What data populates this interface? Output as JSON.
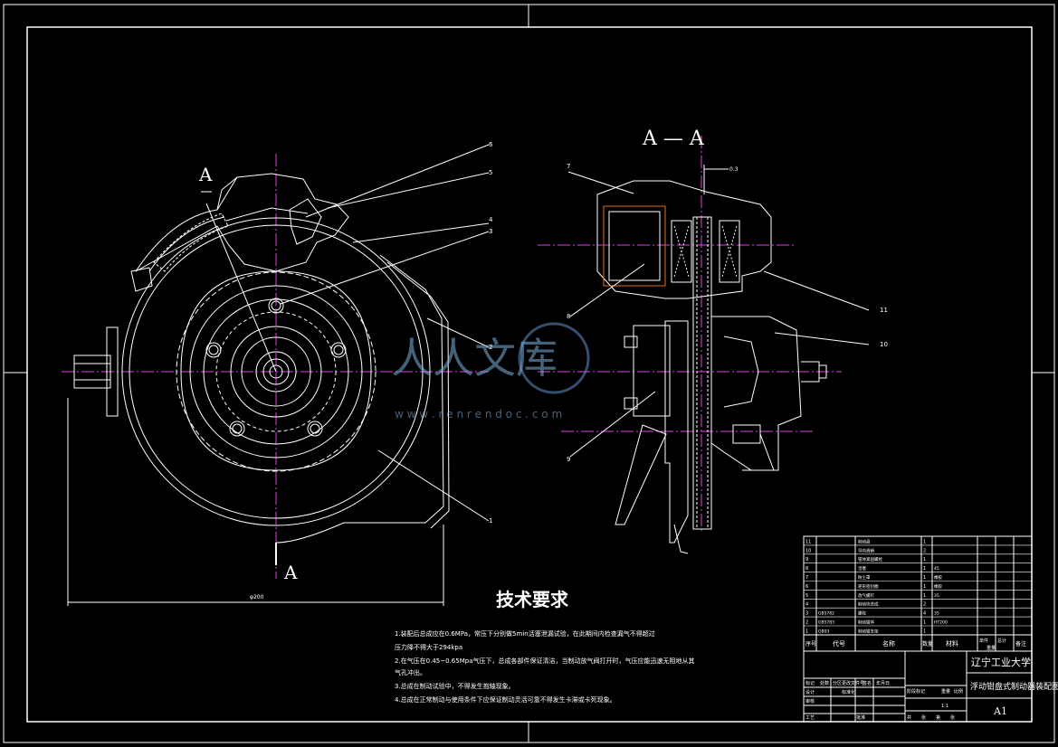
{
  "section": {
    "label_left": "A",
    "label_bottom": "A",
    "label_view": "A — A"
  },
  "parts_callouts_left": [
    "6",
    "5",
    "4",
    "3",
    "2",
    "1"
  ],
  "parts_callouts_right": [
    "7",
    "8",
    "9",
    "11",
    "10"
  ],
  "dimensions": {
    "width_dim": "φ200",
    "gap_dim": "0.3"
  },
  "tech_req": {
    "title": "技术要求",
    "lines": [
      "1.装配后总成应在0.6MPa，常压下分别做5min活塞泄漏试验，在此期间内检查漏气不得超过",
      "  压力降不得大于294kpa",
      "2.在气压在0.45~0.65Mpa气压下，总成各部件保证清洁，当制动放气阀打开时，气压应能迅速无阻地从其",
      "  气孔冲出。",
      "3.总成在制动试验中，不得发生抱轴现象。",
      "4.总成在正常制动与使用条件下应保证制动灵活可靠不得发生卡滞或卡死现象。"
    ]
  },
  "bom": {
    "rows": [
      {
        "no": "11",
        "code": "",
        "name": "制动盘",
        "qty": "1",
        "mat": ""
      },
      {
        "no": "10",
        "code": "",
        "name": "导向滑销",
        "qty": "2",
        "mat": ""
      },
      {
        "no": "9",
        "code": "",
        "name": "钳体紧固螺栓",
        "qty": "1",
        "mat": ""
      },
      {
        "no": "8",
        "code": "",
        "name": "活塞",
        "qty": "1",
        "mat": "45"
      },
      {
        "no": "7",
        "code": "",
        "name": "防尘罩",
        "qty": "1",
        "mat": "橡胶"
      },
      {
        "no": "6",
        "code": "",
        "name": "矩形密封圈",
        "qty": "1",
        "mat": "橡胶"
      },
      {
        "no": "5",
        "code": "",
        "name": "放气螺钉",
        "qty": "1",
        "mat": "35"
      },
      {
        "no": "4",
        "code": "",
        "name": "制动块总成",
        "qty": "2",
        "mat": ""
      },
      {
        "no": "3",
        "code": "GB5782",
        "name": "螺栓",
        "qty": "4",
        "mat": "35"
      },
      {
        "no": "2",
        "code": "GB5783",
        "name": "制动钳体",
        "qty": "1",
        "mat": "HT200"
      },
      {
        "no": "1",
        "code": "GB93",
        "name": "制动钳支架",
        "qty": "1",
        "mat": ""
      }
    ],
    "header": {
      "no": "序号",
      "code": "代号",
      "name": "名称",
      "qty": "数量",
      "mat": "材料",
      "unit_w": "单件",
      "total_w": "总计",
      "weight": "重量",
      "note": "备注"
    },
    "school": "辽宁工业大学",
    "drawing_title": "浮动钳盘式制动器装配图",
    "sheet_size": "A1",
    "scale": "1:1",
    "labels": [
      "标记",
      "处数",
      "分区",
      "更改文件号",
      "签名",
      "年月日",
      "设计",
      "标准化",
      "阶段标记",
      "重量",
      "比例",
      "审核",
      "工艺",
      "批准",
      "共",
      "张",
      "第",
      "张"
    ]
  },
  "watermark": {
    "text": "人人文库",
    "url": "w w w . r e n r e n d o c . c o m"
  }
}
